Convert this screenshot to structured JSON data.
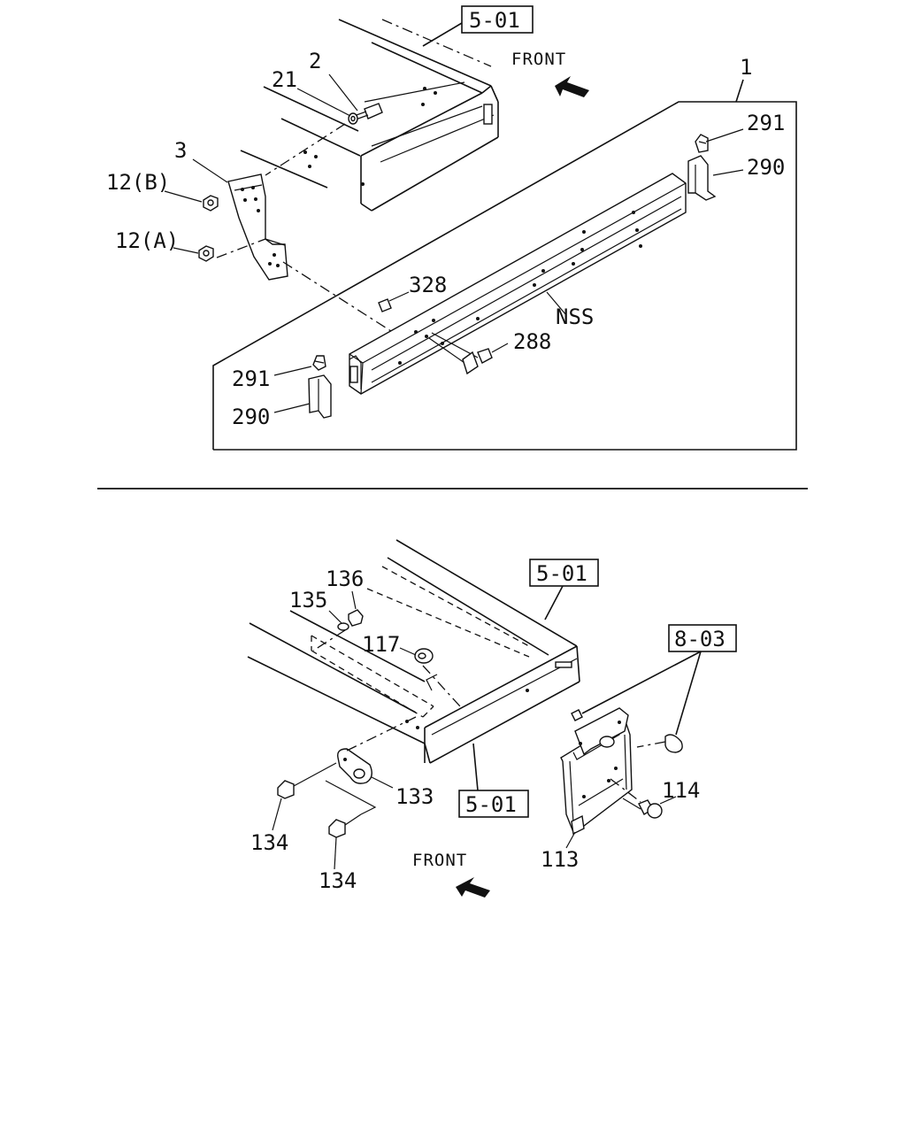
{
  "diagram": {
    "top": {
      "ref_box": "5-01",
      "front_label": "FRONT",
      "labels": {
        "p1": "1",
        "p2": "2",
        "p21": "21",
        "p3": "3",
        "p12b": "12(B)",
        "p12a": "12(A)",
        "p291a": "291",
        "p290a": "290",
        "p328": "328",
        "nss": "NSS",
        "p288": "288",
        "p291b": "291",
        "p290b": "290"
      }
    },
    "bottom": {
      "ref_box_top": "5-01",
      "ref_box_bottom": "5-01",
      "ref_box_lamp": "8-03",
      "front_label": "FRONT",
      "labels": {
        "p136": "136",
        "p135": "135",
        "p117": "117",
        "p133": "133",
        "p134a": "134",
        "p134b": "134",
        "p114": "114",
        "p113": "113"
      }
    }
  }
}
